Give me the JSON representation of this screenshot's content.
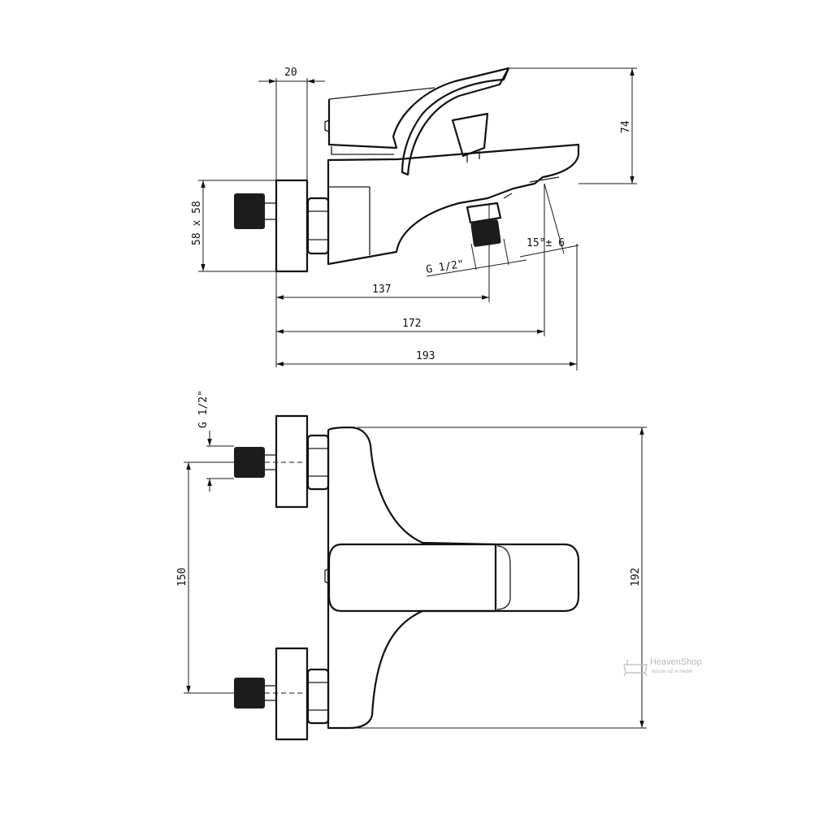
{
  "side_view": {
    "dimensions": {
      "wall_offset": "20",
      "height": "74",
      "plate_size": "58 x 58",
      "outlet_thread": "G 1/2\"",
      "angle": "15°± 6",
      "to_outlet": "137",
      "to_spout_tip": "172",
      "overall_length": "193"
    }
  },
  "front_view": {
    "dimensions": {
      "inlet_thread": "G 1/2\"",
      "inlet_spacing": "150",
      "overall_height": "192"
    }
  },
  "watermark": {
    "brand": "HeavenShop",
    "tagline": "lepsze niż w niebie"
  }
}
